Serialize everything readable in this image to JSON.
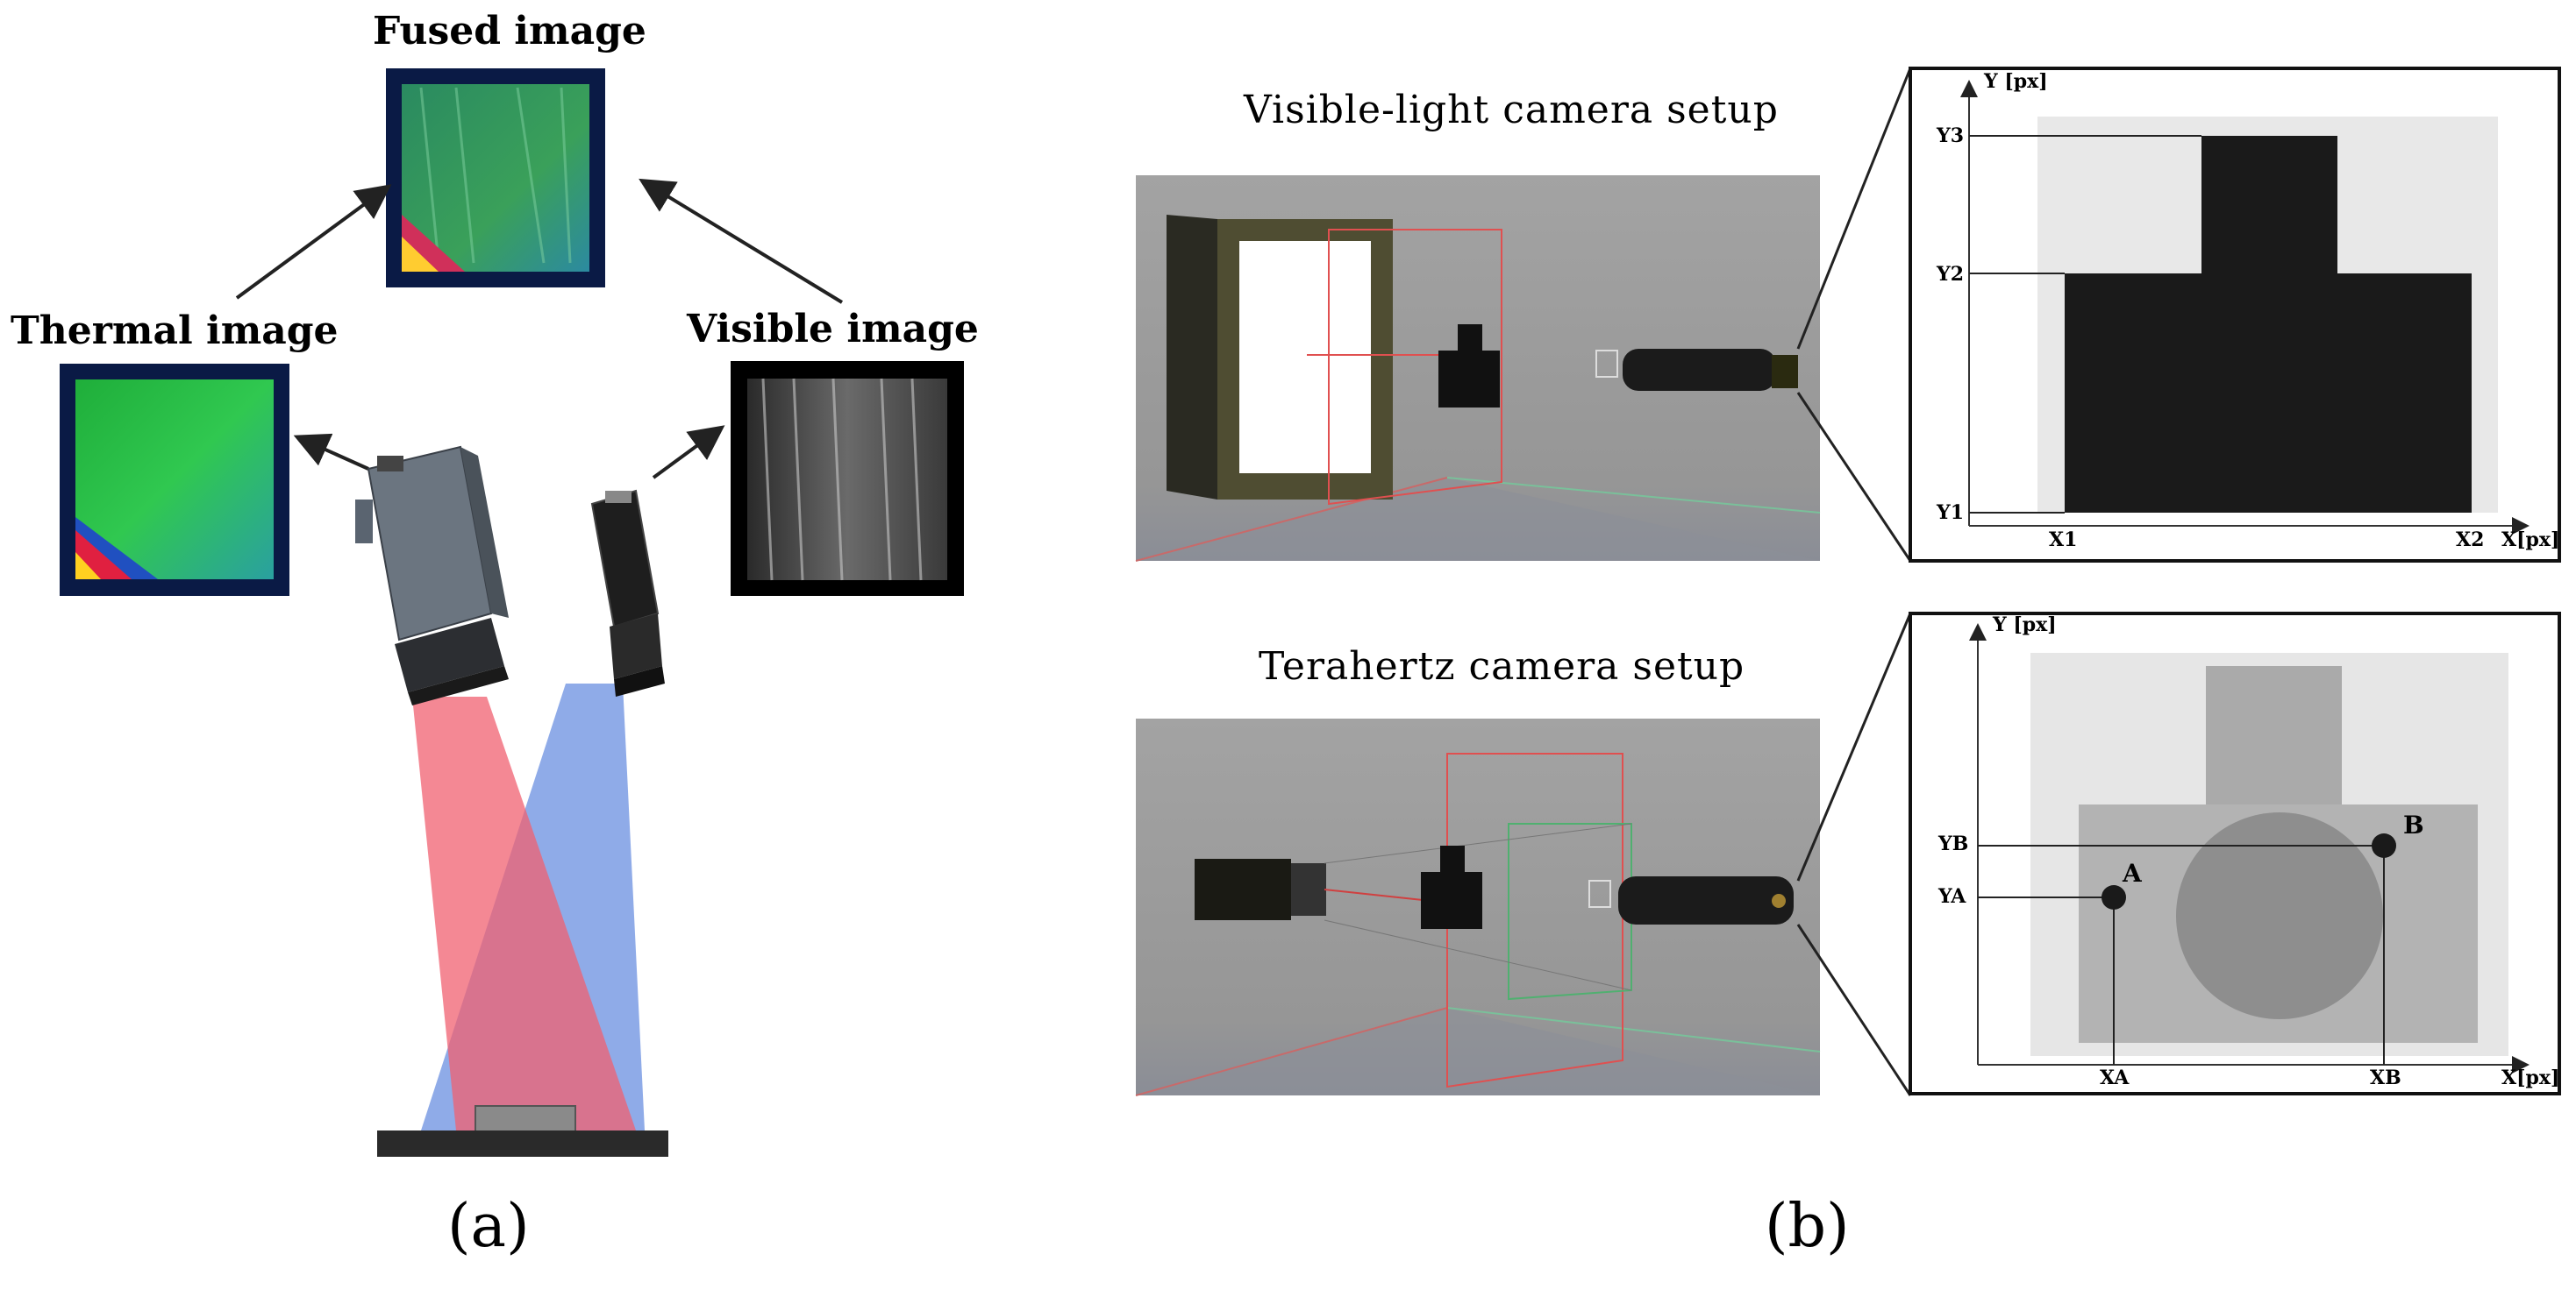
{
  "panel_a": {
    "label": "(a)",
    "fused_label": "Fused image",
    "thermal_label": "Thermal image",
    "visible_label": "Visible image"
  },
  "panel_b": {
    "label": "(b)",
    "visible_setup_title": "Visible-light camera setup",
    "terahertz_setup_title": "Terahertz camera setup",
    "plot1": {
      "y_axis": "Y [px]",
      "x_axis": "X[px]",
      "y_ticks": [
        "Y3",
        "Y2",
        "Y1"
      ],
      "x_ticks": [
        "X1",
        "X2"
      ]
    },
    "plot2": {
      "y_axis": "Y [px]",
      "x_axis": "X[px]",
      "y_ticks": [
        "YB",
        "YA"
      ],
      "x_ticks": [
        "XA",
        "XB"
      ],
      "points": [
        "A",
        "B"
      ]
    }
  },
  "colors": {
    "thermal_beam": "#f06070",
    "visible_beam": "#6a8fe0",
    "scene_bg": "#9a9a9a",
    "dark_shape": "#1a1a1a"
  }
}
